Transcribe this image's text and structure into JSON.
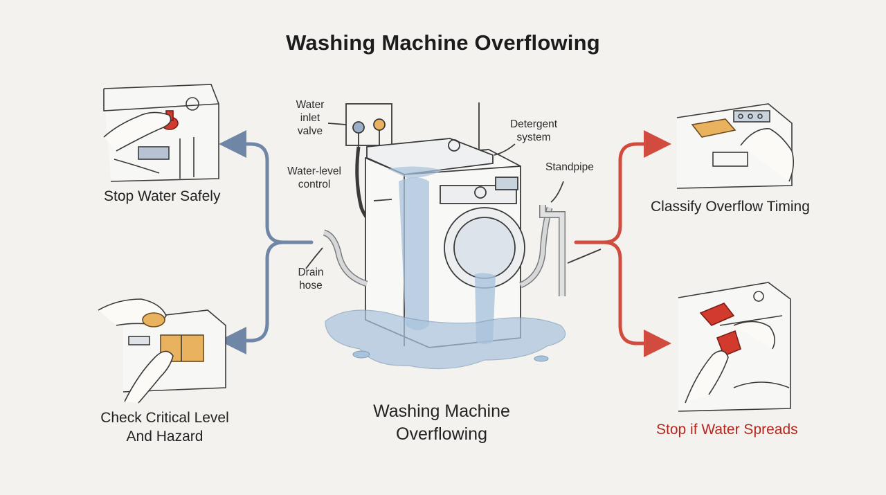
{
  "title": "Washing Machine Overflowing",
  "steps": {
    "top_left": "Stop Water Safely",
    "bottom_left_line1": "Check Critical Level",
    "bottom_left_line2": "And Hazard",
    "top_right": "Classify Overflow Timing",
    "bottom_right": "Stop if Water Spreads"
  },
  "parts": {
    "inlet_1": "Water",
    "inlet_2": "inlet",
    "inlet_3": "valve",
    "detergent_1": "Detergent",
    "detergent_2": "system",
    "level_1": "Water-level",
    "level_2": "control",
    "standpipe": "Standpipe",
    "drain_1": "Drain",
    "drain_2": "hose"
  },
  "caption": {
    "line1": "Washing Machine",
    "line2": "Overflowing"
  },
  "colors": {
    "left_arrows": "#6f86a6",
    "right_arrows": "#d24b3f",
    "red_text": "#b3261e",
    "water": "#a9c3dc",
    "accent_orange": "#e8b25f",
    "knob_red": "#d23a2e"
  },
  "icons": [
    "hand-icon",
    "knob-icon",
    "detergent-drawer-icon",
    "towel-icon",
    "washing-machine-icon"
  ]
}
